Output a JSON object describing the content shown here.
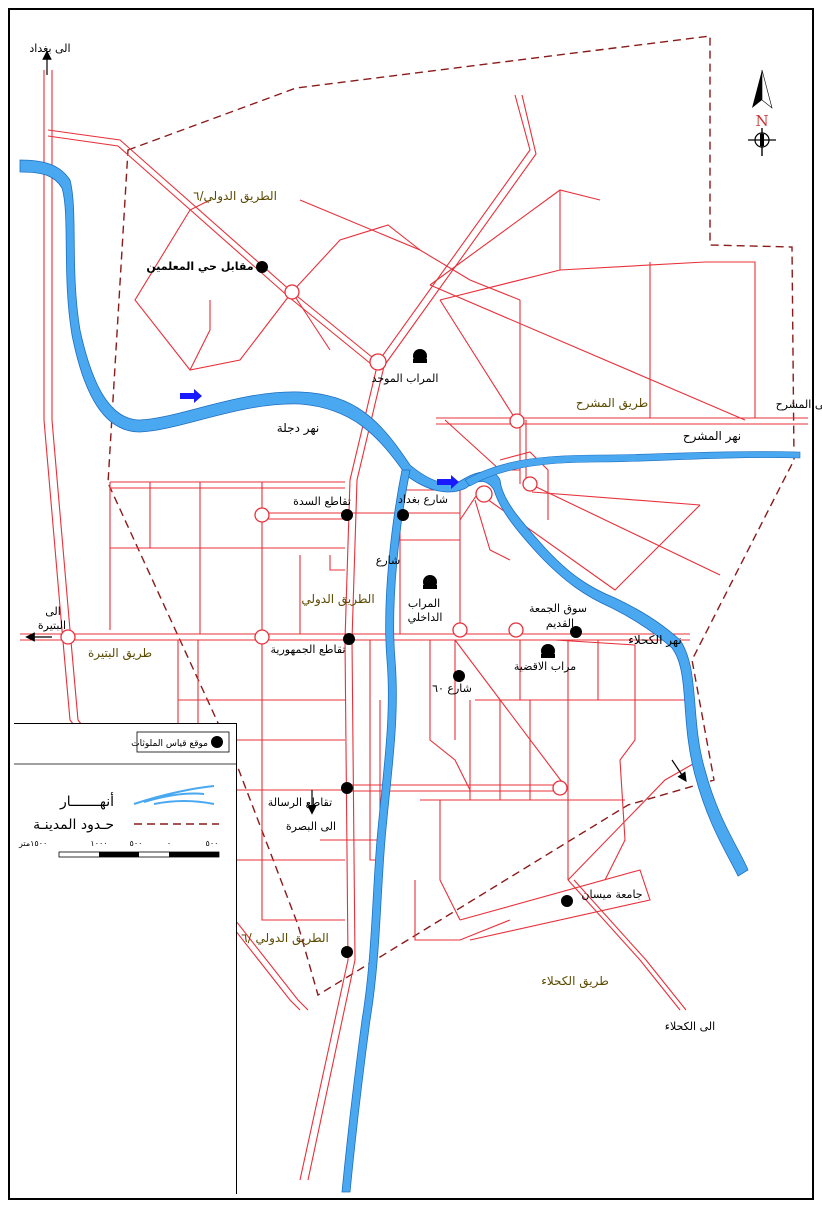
{
  "labels": {
    "to_baghdad": "الى بغداد",
    "to_batira_1": "الى",
    "to_batira_2": "البتيرة",
    "batira_road": "طريق البتيرة",
    "intl_road_6_top": "الطريق الدولي/٦",
    "intl_road_mid": "الطريق الدولي",
    "intl_road_6_bottom": "الطريق الدولي /٦",
    "musharrah_road": "طريق المشرح",
    "musharrah_river": "نهر المشرح",
    "to_musharrah": "الى المشرح",
    "tigris_river": "نهر دجلة",
    "kahla_river": "نهر الكحلاء",
    "kahla_road": "طريق الكحلاء",
    "to_kahla": "الى الكحلاء",
    "to_basra": "الى البصرة",
    "baghdad_street": "شارع بغداد",
    "street": "شارع",
    "street_60": "شارع ٦٠"
  },
  "sites": {
    "teachers_quarter": "مقابل حي المعلمين",
    "unified_garage": "المراب الموحد",
    "sadda_intersection": "تقاطع السدة",
    "inner_garage_1": "المراب",
    "inner_garage_2": "الداخلي",
    "jumhuriya_intersection": "تقاطع الجمهورية",
    "jumua_market_1": "سوق الجمعة",
    "jumua_market_2": "القديم",
    "districts_garage": "مراب الاقضية",
    "risala_intersection": "تقاطع الرسالة",
    "maysan_university": "جامعة ميسان"
  },
  "legend": {
    "station": "موقع قياس الملوثات",
    "rivers": "أنهـــــــار",
    "boundary": "حـدود المدينـة",
    "scale_labels": [
      "١٥٠٠متر",
      "١٠٠٠",
      "٥٠٠",
      "٠",
      "٥٠٠"
    ]
  },
  "north": {
    "letter": "N"
  },
  "colors": {
    "road": "#e8303a",
    "river": "#4aa8f0",
    "river_edge": "#1f6fc0",
    "boundary": "#8b1a1a",
    "flow_arrow": "#1a1aff",
    "text": "#000000"
  }
}
